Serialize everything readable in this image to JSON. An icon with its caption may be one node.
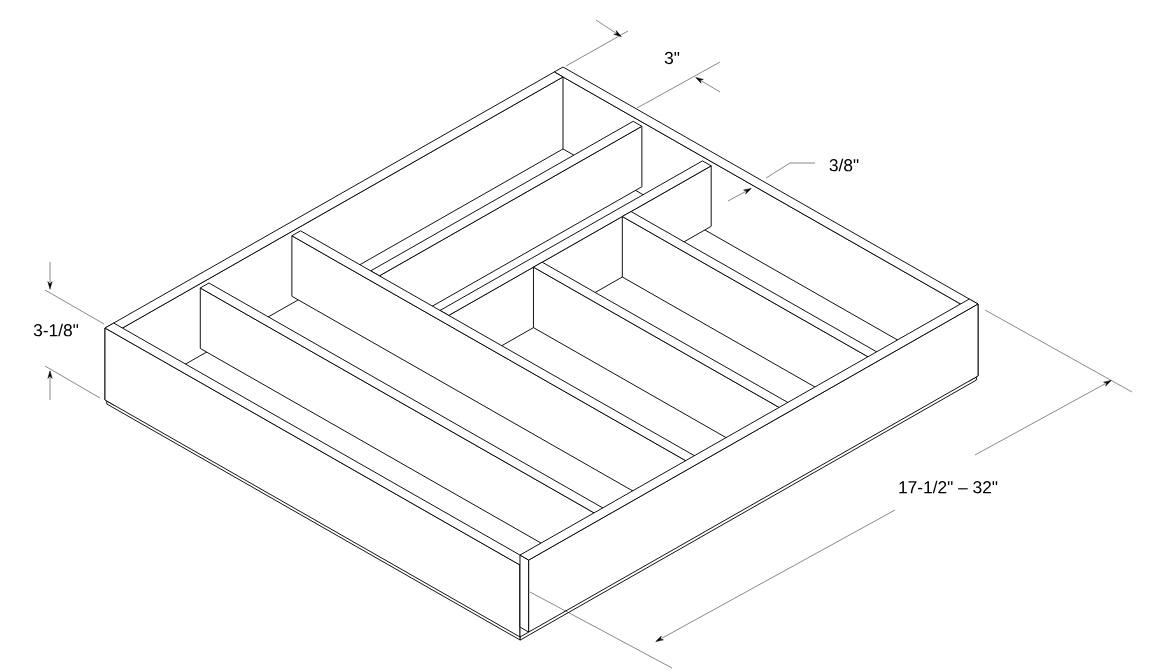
{
  "diagram": {
    "labels": [
      "3\"",
      "3/8\"",
      "3-1/8\"",
      "17-1/2\" – 32\""
    ]
  }
}
